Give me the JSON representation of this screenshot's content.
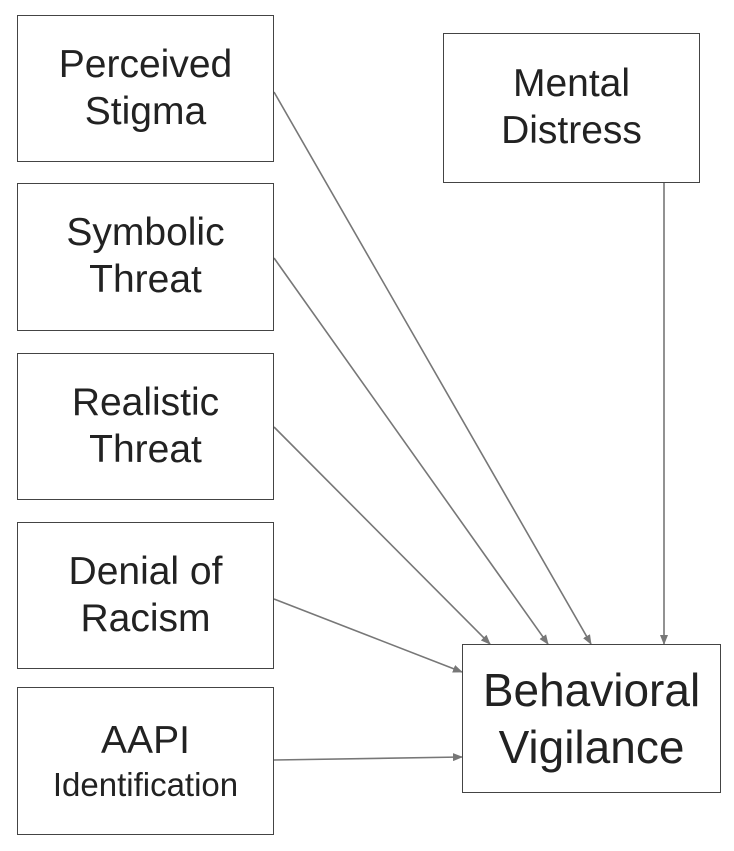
{
  "diagram": {
    "nodes": [
      {
        "id": "perceived-stigma",
        "lines": [
          "Perceived",
          "Stigma"
        ]
      },
      {
        "id": "symbolic-threat",
        "lines": [
          "Symbolic",
          "Threat"
        ]
      },
      {
        "id": "realistic-threat",
        "lines": [
          "Realistic",
          "Threat"
        ]
      },
      {
        "id": "denial-of-racism",
        "lines": [
          "Denial of",
          "Racism"
        ]
      },
      {
        "id": "aapi-identification",
        "lines": [
          "AAPI",
          "Identification"
        ]
      },
      {
        "id": "mental-distress",
        "lines": [
          "Mental",
          "Distress"
        ]
      },
      {
        "id": "behavioral-vigilance",
        "lines": [
          "Behavioral",
          "Vigilance"
        ]
      }
    ],
    "edges": [
      {
        "from": "perceived-stigma",
        "to": "behavioral-vigilance"
      },
      {
        "from": "symbolic-threat",
        "to": "behavioral-vigilance"
      },
      {
        "from": "realistic-threat",
        "to": "behavioral-vigilance"
      },
      {
        "from": "denial-of-racism",
        "to": "behavioral-vigilance"
      },
      {
        "from": "aapi-identification",
        "to": "behavioral-vigilance"
      },
      {
        "from": "mental-distress",
        "to": "behavioral-vigilance"
      }
    ],
    "line_color": "#777777"
  }
}
